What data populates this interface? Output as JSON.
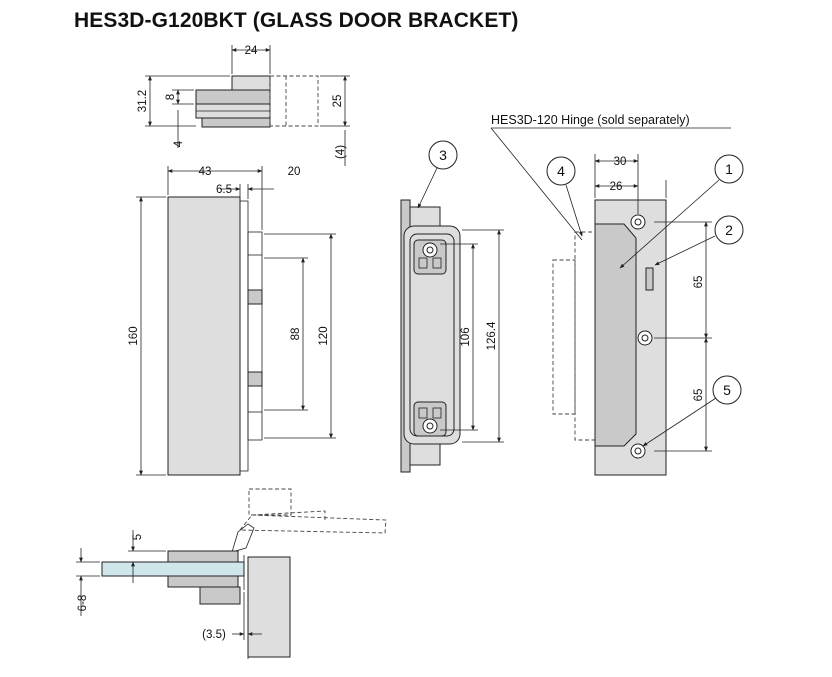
{
  "title": "HES3D-G120BKT (GLASS DOOR BRACKET)",
  "note": "HES3D-120 Hinge (sold separately)",
  "callouts": [
    "1",
    "2",
    "3",
    "4",
    "5"
  ],
  "top_view_dims": {
    "width": "24",
    "height_total": "31.2",
    "height_upper": "8",
    "gap": "4",
    "hinge_height": "25",
    "hinge_offset": "(4)"
  },
  "front_view_dims": {
    "depth": "43",
    "offset_small": "6.5",
    "offset_large": "20",
    "height": "160",
    "slot": "88",
    "span": "120"
  },
  "side_view_dims": {
    "inner": "106",
    "outer": "126.4"
  },
  "hinge_view_dims": {
    "width_outer": "30",
    "width_inner": "26",
    "pitch_upper": "65",
    "pitch_lower": "65"
  },
  "bottom_view_dims": {
    "glass_gap": "5",
    "glass_thickness": "6-8",
    "clearance": "(3.5)"
  },
  "colors": {
    "part_fill": "#dedede",
    "glass_fill": "#cfe6ea",
    "line": "#222222"
  }
}
